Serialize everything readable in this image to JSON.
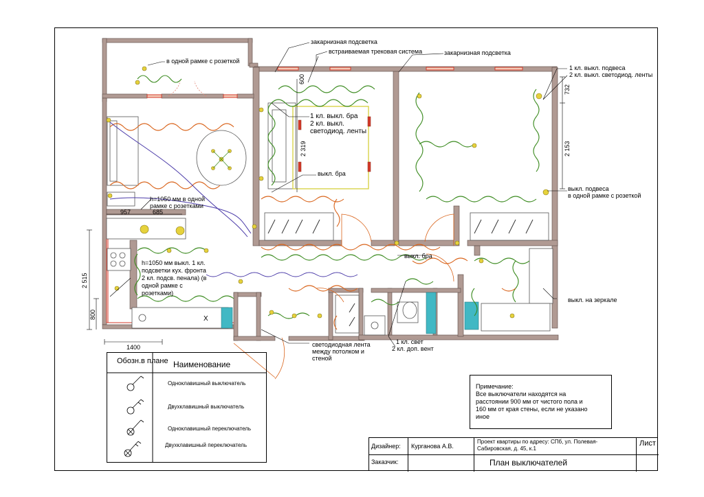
{
  "annotations": {
    "corniceTop": "закарнизная подсветка",
    "track": "встраиваемая трековая система",
    "corniceRight": "закарнизная подсветка",
    "balconyFrame": "в одной рамке с розеткой",
    "bedSwitch1": "1 кл. выкл. подвеса",
    "bedSwitch2": "2 кл. выкл. светодиод. ленты",
    "livingSwitch1": "1 кл. выкл. бра",
    "livingSwitch2": "2 кл. выкл.",
    "livingSwitch3": "светодиод. ленты",
    "sconceSwitch": "выкл. бра",
    "h1050a": "h=1050 мм в одной",
    "h1050b": "рамке с розетками",
    "pendant1": "выкл. подвеса",
    "pendant2": "в одной рамке с розеткой",
    "kitchen1": "h=1050 мм выкл. 1 кл.",
    "kitchen2": "подсветки кух. фронта",
    "kitchen3": "2 кл. подсв. пенала) (в",
    "kitchen4": "одной рамке с",
    "kitchen5": "розетками)",
    "hallBra": "выкл. бра",
    "mirror": "выкл. на зеркале",
    "led1": "светодиодная лента",
    "led2": "между потолком и",
    "led3": "стеной",
    "bath1": "1 кл. свет",
    "bath2": "2 кл. доп. вент"
  },
  "dims": {
    "d600": "600",
    "d2319": "2 319",
    "d732": "732",
    "d2153": "2 153",
    "d957": "957",
    "d685": "685",
    "d2515": "2 515",
    "d800": "800",
    "d1400": "1400"
  },
  "legend": {
    "header_symbol": "Обозн.в плане",
    "header_name": "Наименование",
    "rows": [
      "Одноклавишный выключатель",
      "Двухклавишный выключатель",
      "Одноклавишный переключатель",
      "Двухклавишный переключатель"
    ]
  },
  "note": {
    "title": "Примечание:",
    "l1": "Все выключатели находятся на",
    "l2": "расстоянии 900 мм от чистого пола и",
    "l3": "160 мм от края стены, если не указано",
    "l4": "иное"
  },
  "titleblock": {
    "designer_label": "Дизайнер:",
    "designer_name": "Курганова А.В.",
    "project1": "Проект квартиры по адресу: СПб, ул. Полевая-",
    "project2": "Сабировская, д. 45, к.1",
    "sheet_label": "Лист",
    "client_label": "Заказчик:",
    "drawing_title": "План выключателей"
  },
  "colors": {
    "wall": "#b09a93",
    "wiring_green": "#3a8a1e",
    "wiring_orange": "#d9631a",
    "wiring_purple": "#4a3aa8",
    "fixture_yellow": "#e6d23c",
    "bath_teal": "#41b8c4",
    "track_yellow": "#d8d24a",
    "red_line": "#d43a2a"
  }
}
